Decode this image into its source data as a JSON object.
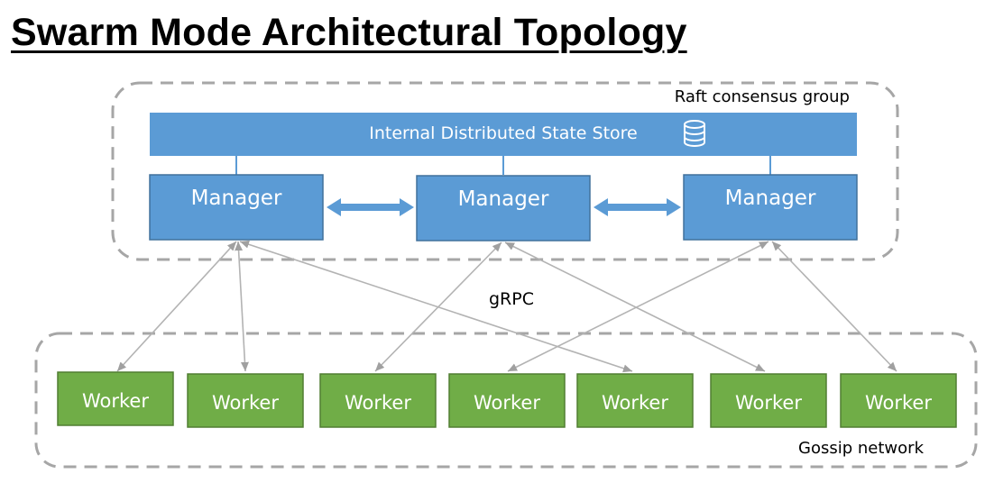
{
  "title": "Swarm Mode Architectural Topology",
  "raft_group": {
    "label": "Raft consensus group"
  },
  "state_store": {
    "label": "Internal Distributed State Store",
    "icon": "database-icon"
  },
  "managers": [
    {
      "label": "Manager"
    },
    {
      "label": "Manager"
    },
    {
      "label": "Manager"
    }
  ],
  "protocol_label": "gRPC",
  "workers": [
    {
      "label": "Worker"
    },
    {
      "label": "Worker"
    },
    {
      "label": "Worker"
    },
    {
      "label": "Worker"
    },
    {
      "label": "Worker"
    },
    {
      "label": "Worker"
    },
    {
      "label": "Worker"
    }
  ],
  "gossip_group": {
    "label": "Gossip network"
  },
  "colors": {
    "blue_fill": "#5b9bd5",
    "blue_stroke": "#41719c",
    "green_fill": "#70ad47",
    "green_stroke": "#507e32",
    "dash": "#a6a6a6",
    "connector": "#b3b3b3"
  }
}
